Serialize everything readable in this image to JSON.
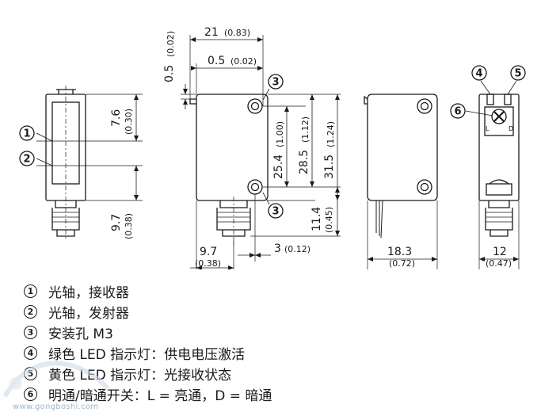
{
  "callouts": {
    "c1": "1",
    "c2": "2",
    "c3a": "3",
    "c3b": "3",
    "c4": "4",
    "c5": "5",
    "c6": "6"
  },
  "dimensions": {
    "width_top_main": "21",
    "width_top_sub": "(0.83)",
    "offset_top_main": "0.5",
    "offset_top_sub": "(0.02)",
    "vert_offset_main": "0.5",
    "vert_offset_sub": "(0.02)",
    "front_upper_main": "7.6",
    "front_upper_sub": "(0.30)",
    "front_lower_main": "9.7",
    "front_lower_sub": "(0.38)",
    "hole_pitch_main": "25.4",
    "hole_pitch_sub": "(1.00)",
    "height_mid_main": "28.5",
    "height_mid_sub": "(1.12)",
    "height_total_main": "31.5",
    "height_total_sub": "(1.24)",
    "hole_to_bottom_main": "11.4",
    "hole_to_bottom_sub": "(0.45)",
    "bottom_left_main": "9.7",
    "bottom_left_sub": "(0.38)",
    "bottom_hole_main": "3",
    "bottom_hole_sub": "(0.12)",
    "depth_main": "18.3",
    "depth_sub": "(0.72)",
    "back_width_main": "12",
    "back_width_sub": "(0.47)",
    "switch_L": "L",
    "switch_D": "D"
  },
  "legend": [
    {
      "num": "1",
      "text": "光轴，接收器"
    },
    {
      "num": "2",
      "text": "光轴，发射器"
    },
    {
      "num": "3",
      "text": "安装孔 M3"
    },
    {
      "num": "4",
      "text": "绿色 LED 指示灯：供电电压激活"
    },
    {
      "num": "5",
      "text": "黄色 LED 指示灯：光接收状态"
    },
    {
      "num": "6",
      "text": "明通/暗通开关：L = 亮通，D = 暗通"
    }
  ],
  "watermark": {
    "url": "www.gongboshi.com"
  },
  "colors": {
    "line": "#1a1a1a",
    "watermark": "#9fb6c8"
  }
}
